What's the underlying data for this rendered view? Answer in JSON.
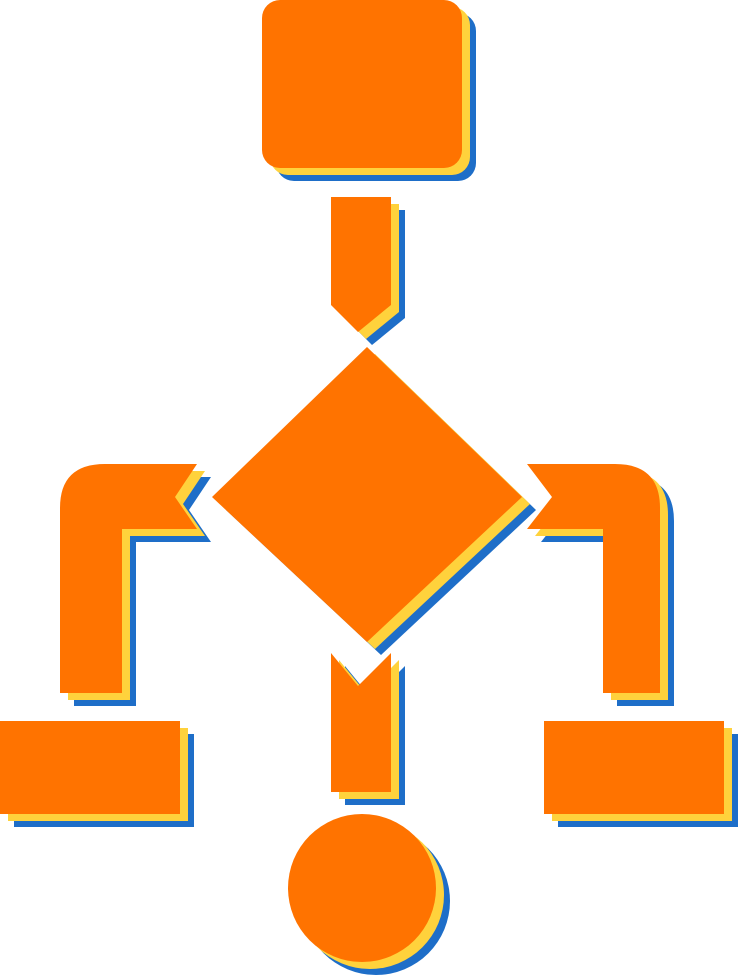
{
  "icon": {
    "name": "flowchart-icon",
    "colors": {
      "fill": "#ff7300",
      "highlight": "#ffd23c",
      "shadow": "#1e6ec8",
      "background": "#ffffff"
    },
    "nodes": [
      {
        "id": "start-box",
        "shape": "rounded-rectangle"
      },
      {
        "id": "decision-diamond",
        "shape": "diamond"
      },
      {
        "id": "left-output-box",
        "shape": "rectangle"
      },
      {
        "id": "right-output-box",
        "shape": "rectangle"
      },
      {
        "id": "end-circle",
        "shape": "circle"
      }
    ],
    "connectors": [
      {
        "id": "top-connector",
        "from": "start-box",
        "to": "decision-diamond"
      },
      {
        "id": "left-elbow-connector",
        "from": "decision-diamond",
        "to": "left-output-box"
      },
      {
        "id": "right-elbow-connector",
        "from": "decision-diamond",
        "to": "right-output-box"
      },
      {
        "id": "bottom-connector",
        "from": "decision-diamond",
        "to": "end-circle"
      }
    ]
  }
}
